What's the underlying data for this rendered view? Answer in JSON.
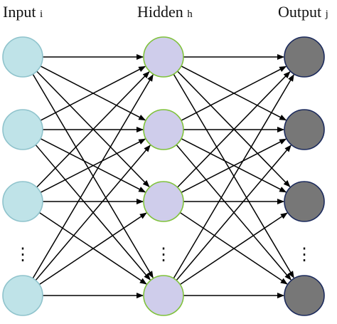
{
  "layers": [
    {
      "id": "input",
      "title": "Input",
      "subscript": "i",
      "node_fill": "#bfe3e8",
      "node_stroke": "#8fc3cc",
      "ellipsis": "⋮"
    },
    {
      "id": "hidden",
      "title": "Hidden",
      "subscript": "h",
      "node_fill": "#cfcdeb",
      "node_stroke": "#7fc23a",
      "ellipsis": "⋮"
    },
    {
      "id": "output",
      "title": "Output",
      "subscript": "j",
      "node_fill": "#777777",
      "node_stroke": "#1b2a5c",
      "ellipsis": "⋮"
    }
  ],
  "connection": "fully-connected",
  "edge_color": "#000000"
}
